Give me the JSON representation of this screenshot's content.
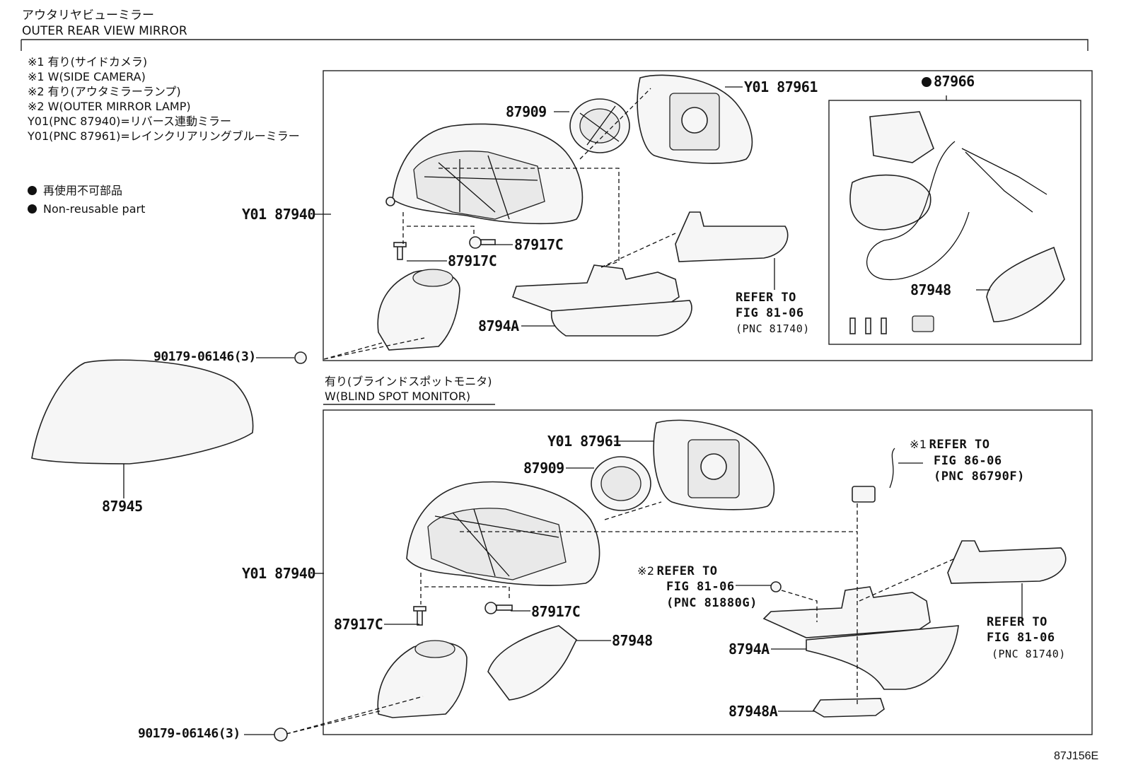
{
  "header": {
    "title_jp": "アウタリヤビューミラー",
    "title_en": "OUTER REAR VIEW MIRROR"
  },
  "notes": [
    "※1 有り(サイドカメラ)",
    "※1 W(SIDE CAMERA)",
    "※2 有り(アウタミラーランプ)",
    "※2 W(OUTER MIRROR LAMP)",
    "Y01(PNC 87940)=リバース連動ミラー",
    "Y01(PNC 87961)=レインクリアリングブルーミラー"
  ],
  "legend": {
    "nonreusable_jp": "再使用不可部品",
    "nonreusable_en": "Non-reusable part"
  },
  "section2": {
    "title_jp": "有り(ブラインドスポットモニタ)",
    "title_en": "W(BLIND SPOT MONITOR)"
  },
  "top": {
    "p87909": "87909",
    "p87961": "Y01 87961",
    "p87966": "87966",
    "p87940": "Y01 87940",
    "p87917c_a": "87917C",
    "p87917c_b": "87917C",
    "ref1_line1": "REFER TO",
    "ref1_line2": "FIG 81-06",
    "ref1_line3": "(PNC 81740)",
    "p8794a": "8794A",
    "p87948": "87948",
    "p90179": "90179-06146(3)"
  },
  "left": {
    "p87945": "87945"
  },
  "bottom": {
    "p87961": "Y01 87961",
    "p87909": "87909",
    "ref_cam_mark": "※1",
    "ref_cam_line1": "REFER TO",
    "ref_cam_line2": "FIG 86-06",
    "ref_cam_line3": "(PNC 86790F)",
    "p87940": "Y01 87940",
    "ref_lamp_mark": "※2",
    "ref_lamp_line1": "REFER TO",
    "ref_lamp_line2": "FIG 81-06",
    "ref_lamp_line3": "(PNC 81880G)",
    "p87917c_a": "87917C",
    "p87917c_b": "87917C",
    "p87948": "87948",
    "p8794a": "8794A",
    "ref_side_line1": "REFER TO",
    "ref_side_line2": "FIG 81-06",
    "ref_side_line3": "(PNC 81740)",
    "p87948a": "87948A",
    "p90179": "90179-06146(3)"
  },
  "illustration_code": "87J156E"
}
